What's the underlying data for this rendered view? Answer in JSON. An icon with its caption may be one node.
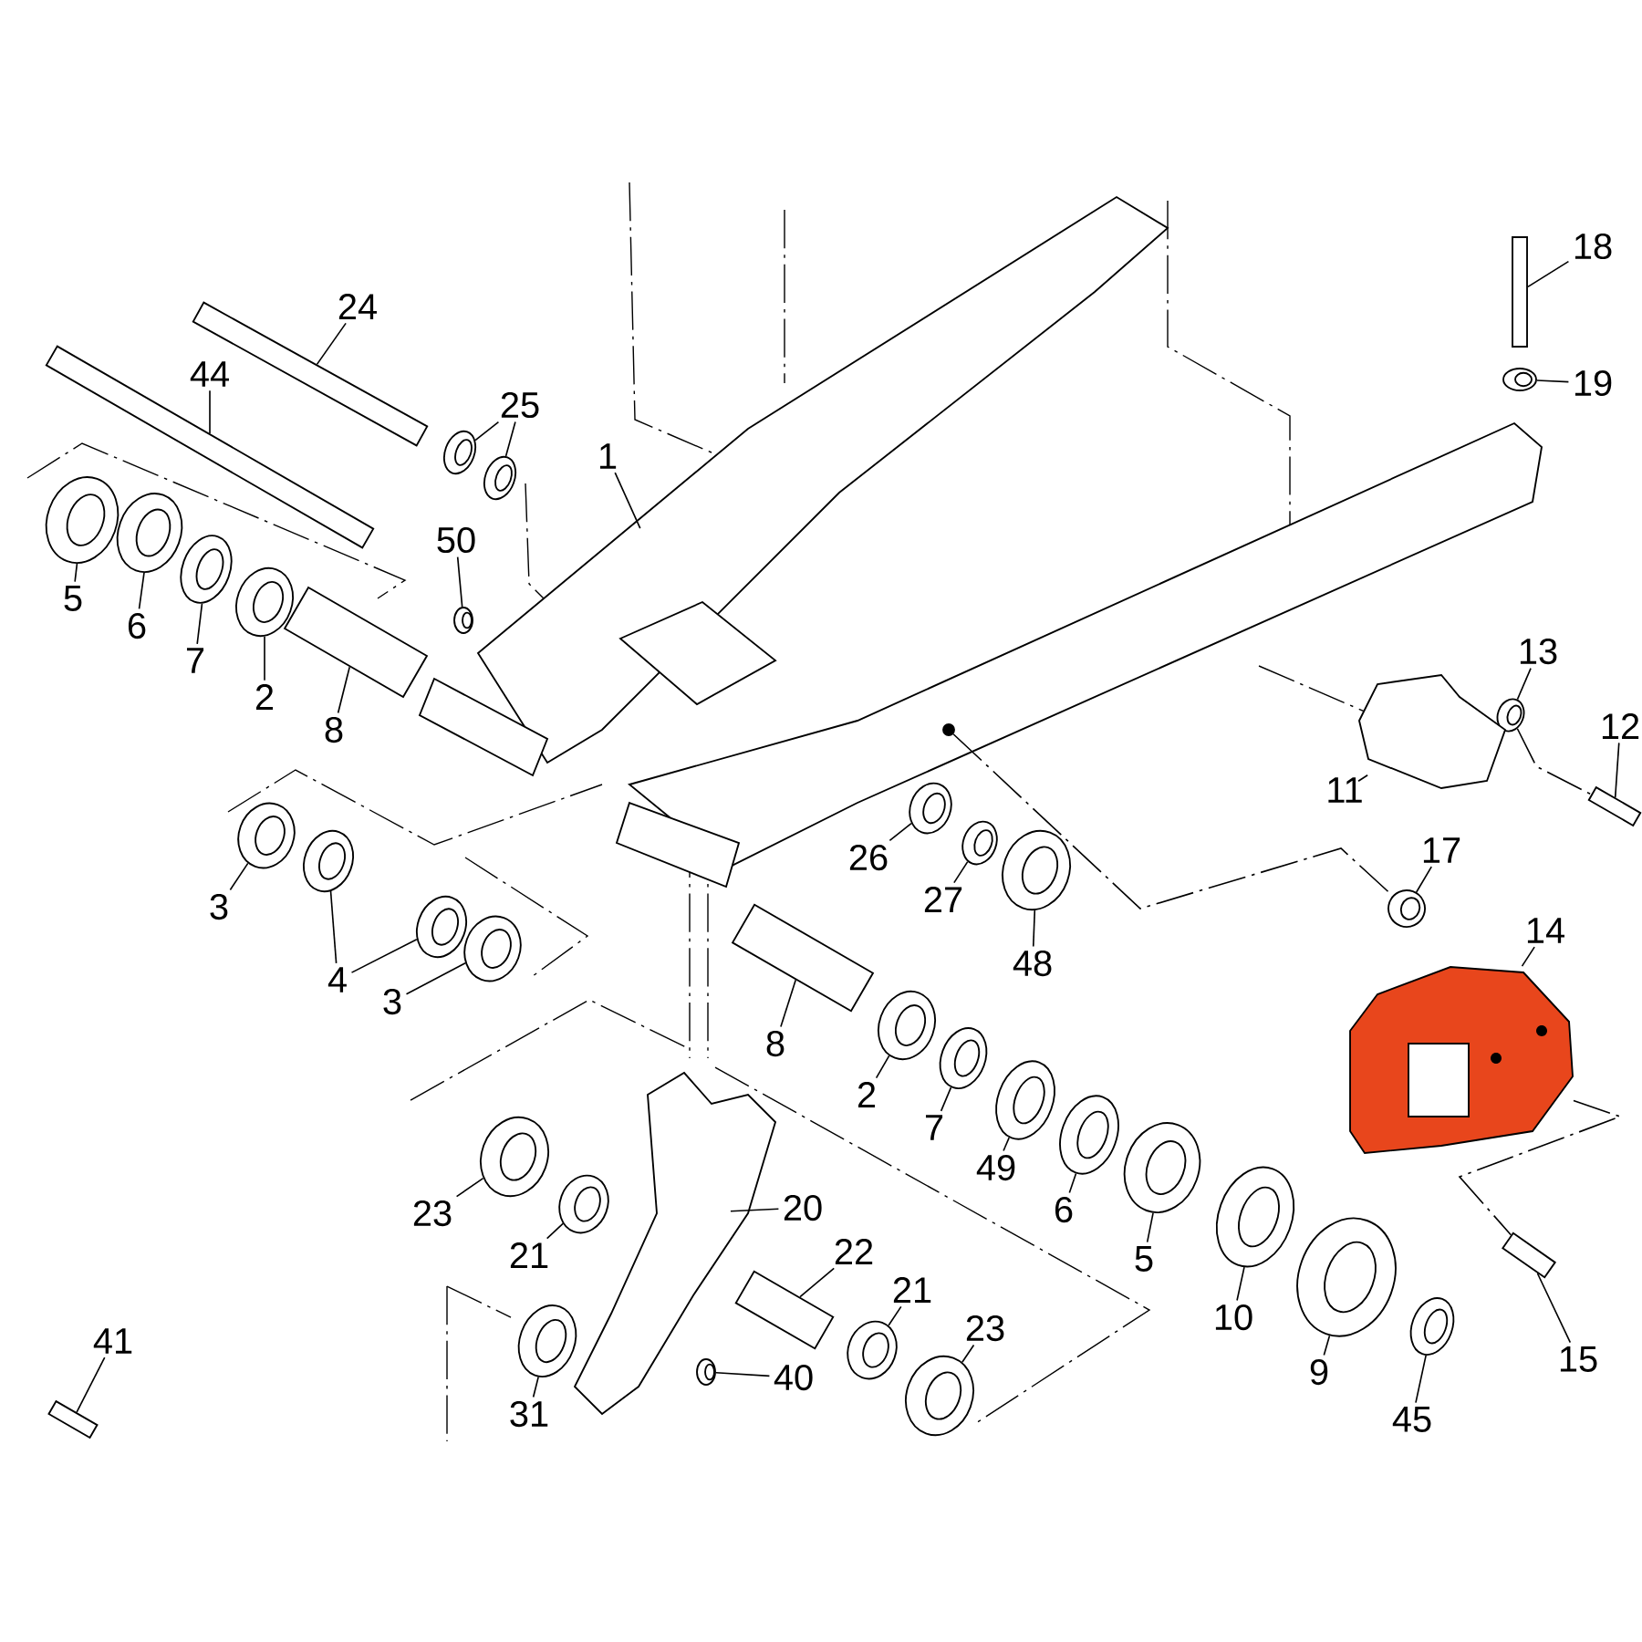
{
  "diagram": {
    "nodes": [
      {
        "text": [
          "24"
        ]
      },
      {
        "text": [],
        "shape": "bar"
      },
      {
        "text": [
          "44"
        ]
      },
      {
        "text": [],
        "shape": "bar"
      },
      {
        "text": [
          "25"
        ]
      },
      {
        "text": [],
        "shape": "circle"
      },
      {
        "text": [],
        "shape": "circle"
      },
      {
        "text": [
          "5"
        ]
      },
      {
        "text": [],
        "shape": "circle"
      },
      {
        "text": [
          "6"
        ]
      },
      {
        "text": [],
        "shape": "circle"
      },
      {
        "text": [
          "7"
        ]
      },
      {
        "text": [],
        "shape": "circle"
      },
      {
        "text": [
          "2"
        ]
      },
      {
        "text": [],
        "shape": "circle"
      },
      {
        "text": [
          "8"
        ]
      },
      {
        "text": [],
        "shape": "bar"
      },
      {
        "text": [
          "50"
        ]
      },
      {
        "text": [],
        "shape": "circle"
      },
      {
        "text": [
          "1"
        ]
      },
      {
        "text": [],
        "shape": "picture"
      },
      {
        "text": [
          "3"
        ]
      },
      {
        "text": [],
        "shape": "circle"
      },
      {
        "text": [
          "4"
        ]
      },
      {
        "text": [],
        "shape": "circle"
      },
      {
        "text": [],
        "shape": "circle"
      },
      {
        "text": [
          "3"
        ]
      },
      {
        "text": [],
        "shape": "circle"
      },
      {
        "text": [
          "26"
        ]
      },
      {
        "text": [],
        "shape": "circle"
      },
      {
        "text": [
          "27"
        ]
      },
      {
        "text": [],
        "shape": "circle"
      },
      {
        "text": [
          "48"
        ]
      },
      {
        "text": [],
        "shape": "circle"
      },
      {
        "text": [
          "13"
        ]
      },
      {
        "text": [],
        "shape": "circle"
      },
      {
        "text": [
          "12"
        ]
      },
      {
        "text": [],
        "shape": "bar"
      },
      {
        "text": [
          "11"
        ]
      },
      {
        "text": [],
        "shape": "picture"
      },
      {
        "text": [
          "18"
        ]
      },
      {
        "text": [],
        "shape": "bar"
      },
      {
        "text": [
          "19"
        ]
      },
      {
        "text": [],
        "shape": "circle"
      },
      {
        "text": [
          "17"
        ]
      },
      {
        "text": [],
        "shape": "circle"
      },
      {
        "text": [
          "14"
        ]
      },
      {
        "text": [],
        "shape": "picture"
      },
      {
        "text": [
          "8"
        ]
      },
      {
        "text": [],
        "shape": "bar"
      },
      {
        "text": [
          "2"
        ]
      },
      {
        "text": [],
        "shape": "circle"
      },
      {
        "text": [
          "7"
        ]
      },
      {
        "text": [],
        "shape": "circle"
      },
      {
        "text": [
          "49"
        ]
      },
      {
        "text": [],
        "shape": "circle"
      },
      {
        "text": [
          "6"
        ]
      },
      {
        "text": [],
        "shape": "circle"
      },
      {
        "text": [
          "5"
        ]
      },
      {
        "text": [],
        "shape": "circle"
      },
      {
        "text": [
          "10"
        ]
      },
      {
        "text": [],
        "shape": "circle"
      },
      {
        "text": [
          "9"
        ]
      },
      {
        "text": [],
        "shape": "circle"
      },
      {
        "text": [
          "45"
        ]
      },
      {
        "text": [],
        "shape": "circle"
      },
      {
        "text": [
          "15"
        ]
      },
      {
        "text": [],
        "shape": "bar"
      },
      {
        "text": [
          "23"
        ]
      },
      {
        "text": [],
        "shape": "circle"
      },
      {
        "text": [
          "21"
        ]
      },
      {
        "text": [],
        "shape": "circle"
      },
      {
        "text": [
          "20"
        ]
      },
      {
        "text": [],
        "shape": "picture"
      },
      {
        "text": [
          "22"
        ]
      },
      {
        "text": [],
        "shape": "bar"
      },
      {
        "text": [
          "21"
        ]
      },
      {
        "text": [],
        "shape": "circle"
      },
      {
        "text": [
          "23"
        ]
      },
      {
        "text": [],
        "shape": "circle"
      },
      {
        "text": [
          "40"
        ]
      },
      {
        "text": [],
        "shape": "circle"
      },
      {
        "text": [
          "31"
        ]
      },
      {
        "text": [],
        "shape": "circle"
      },
      {
        "text": [
          "41"
        ]
      },
      {
        "text": [],
        "shape": "bar"
      },
      {
        "text": [],
        "shape": "circle",
        "in": 20
      }
    ],
    "edges": [
      {
        "from": 0,
        "to": 1,
        "arrow": "none"
      },
      {
        "from": 2,
        "to": 3,
        "arrow": "none"
      },
      {
        "from": 4,
        "to": 5,
        "arrow": "none"
      },
      {
        "from": 4,
        "to": 6,
        "arrow": "none"
      },
      {
        "from": 7,
        "to": 8,
        "arrow": "none"
      },
      {
        "from": 9,
        "to": 10,
        "arrow": "none"
      },
      {
        "from": 11,
        "to": 12,
        "arrow": "none"
      },
      {
        "from": 13,
        "to": 14,
        "arrow": "none"
      },
      {
        "from": 15,
        "to": 16,
        "arrow": "none"
      },
      {
        "from": 17,
        "to": 18,
        "arrow": "none"
      },
      {
        "from": 19,
        "to": 20,
        "arrow": "none"
      },
      {
        "from": 21,
        "to": 22,
        "arrow": "none"
      },
      {
        "from": 23,
        "to": 24,
        "arrow": "none"
      },
      {
        "from": 23,
        "to": 25,
        "arrow": "none"
      },
      {
        "from": 26,
        "to": 27,
        "arrow": "none"
      },
      {
        "from": 28,
        "to": 29,
        "arrow": "none"
      },
      {
        "from": 30,
        "to": 31,
        "arrow": "none"
      },
      {
        "from": 32,
        "to": 33,
        "arrow": "none"
      },
      {
        "from": 34,
        "to": 35,
        "arrow": "none"
      },
      {
        "from": 36,
        "to": 37,
        "arrow": "none"
      },
      {
        "from": 38,
        "to": 39,
        "arrow": "none"
      },
      {
        "from": 40,
        "to": 41,
        "arrow": "none"
      },
      {
        "from": 42,
        "to": 43,
        "arrow": "none"
      },
      {
        "from": 44,
        "to": 45,
        "arrow": "none"
      },
      {
        "from": 46,
        "to": 47,
        "arrow": "none"
      },
      {
        "from": 48,
        "to": 49,
        "arrow": "none"
      },
      {
        "from": 50,
        "to": 51,
        "arrow": "none"
      },
      {
        "from": 52,
        "to": 53,
        "arrow": "none"
      },
      {
        "from": 54,
        "to": 55,
        "arrow": "none"
      },
      {
        "from": 56,
        "to": 57,
        "arrow": "none"
      },
      {
        "from": 58,
        "to": 59,
        "arrow": "none"
      },
      {
        "from": 60,
        "to": 61,
        "arrow": "none"
      },
      {
        "from": 62,
        "to": 63,
        "arrow": "none"
      },
      {
        "from": 64,
        "to": 65,
        "arrow": "none"
      },
      {
        "from": 66,
        "to": 67,
        "arrow": "none"
      },
      {
        "from": 68,
        "to": 69,
        "arrow": "none"
      },
      {
        "from": 70,
        "to": 71,
        "arrow": "none"
      },
      {
        "from": 72,
        "to": 73,
        "arrow": "none"
      },
      {
        "from": 74,
        "to": 75,
        "arrow": "none"
      },
      {
        "from": 76,
        "to": 77,
        "arrow": "none"
      },
      {
        "from": 78,
        "to": 79,
        "arrow": "none"
      },
      {
        "from": 80,
        "to": 81,
        "arrow": "none"
      },
      {
        "from": 82,
        "to": 83,
        "arrow": "none"
      },
      {
        "from": 84,
        "to": 85,
        "arrow": "none"
      },
      {
        "from": 86,
        "to": 45,
        "arrow": "none",
        "style": "dashed"
      },
      {
        "from": 35,
        "to": 37,
        "arrow": "none",
        "style": "dashed"
      },
      {
        "from": 47,
        "to": 67,
        "arrow": "none",
        "style": "dashed"
      }
    ]
  }
}
